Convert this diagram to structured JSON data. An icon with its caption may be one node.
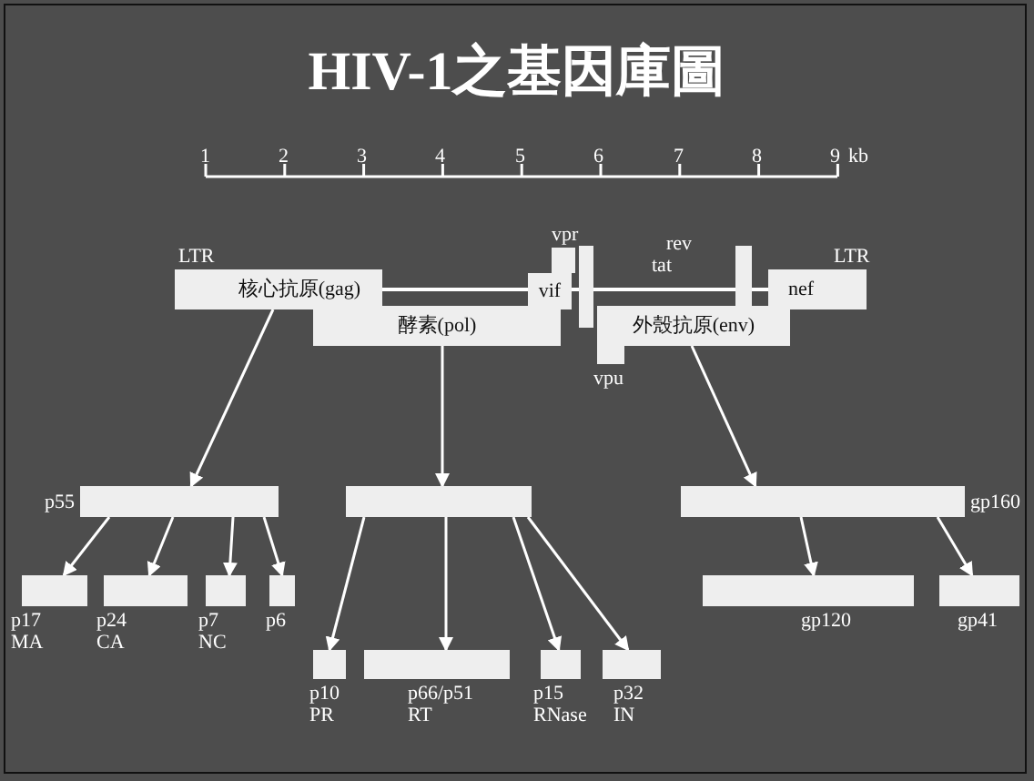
{
  "diagram": {
    "title": "HIV-1之基因庫圖",
    "nodes": [
      {
        "text": [
          "LTR"
        ]
      },
      {
        "text": [
          "核心抗原(gag)"
        ]
      },
      {
        "text": [
          "vpr"
        ]
      },
      {
        "text": [],
        "shape": "box"
      },
      {
        "text": [
          "vif"
        ]
      },
      {
        "text": [],
        "shape": "box"
      },
      {
        "text": [
          "nef"
        ]
      },
      {
        "text": [
          "LTR"
        ]
      },
      {
        "text": [
          "酵素(pol)"
        ]
      },
      {
        "text": [
          "外殼抗原(env)"
        ]
      },
      {
        "text": [
          "vpu"
        ]
      },
      {
        "text": [
          "p55"
        ]
      },
      {
        "text": [],
        "shape": "box"
      },
      {
        "text": [
          "gp160"
        ]
      },
      {
        "text": [
          "p17",
          "MA"
        ]
      },
      {
        "text": [
          "p24",
          "CA"
        ]
      },
      {
        "text": [
          "p7",
          "NC"
        ]
      },
      {
        "text": [
          "p6"
        ]
      },
      {
        "text": [
          "gp120"
        ]
      },
      {
        "text": [
          "gp41"
        ]
      },
      {
        "text": [
          "p10",
          "PR"
        ]
      },
      {
        "text": [
          "p66/p51",
          "RT"
        ]
      },
      {
        "text": [
          "p15",
          "RNase"
        ]
      },
      {
        "text": [
          "p32",
          "IN"
        ]
      }
    ],
    "edges": [
      {
        "from": 1,
        "to": 11,
        "arrow": "to"
      },
      {
        "from": 8,
        "to": 12,
        "arrow": "to"
      },
      {
        "from": 9,
        "to": 13,
        "arrow": "to"
      },
      {
        "from": 11,
        "to": 14,
        "arrow": "to"
      },
      {
        "from": 11,
        "to": 15,
        "arrow": "to"
      },
      {
        "from": 11,
        "to": 16,
        "arrow": "to"
      },
      {
        "from": 11,
        "to": 17,
        "arrow": "to"
      },
      {
        "from": 12,
        "to": 20,
        "arrow": "to"
      },
      {
        "from": 12,
        "to": 21,
        "arrow": "to"
      },
      {
        "from": 12,
        "to": 22,
        "arrow": "to"
      },
      {
        "from": 12,
        "to": 23,
        "arrow": "to"
      },
      {
        "from": 13,
        "to": 18,
        "arrow": "to"
      },
      {
        "from": 13,
        "to": 19,
        "arrow": "to"
      },
      {
        "from": 1,
        "to": 4,
        "arrow": "none"
      },
      {
        "from": 4,
        "to": 3,
        "arrow": "none"
      },
      {
        "from": 3,
        "to": 5,
        "arrow": "none"
      },
      {
        "from": 5,
        "to": 6,
        "arrow": "none"
      }
    ],
    "labels": [
      "1",
      "2",
      "3",
      "4",
      "5",
      "6",
      "7",
      "8",
      "9",
      "kb",
      "rev",
      "tat"
    ]
  }
}
